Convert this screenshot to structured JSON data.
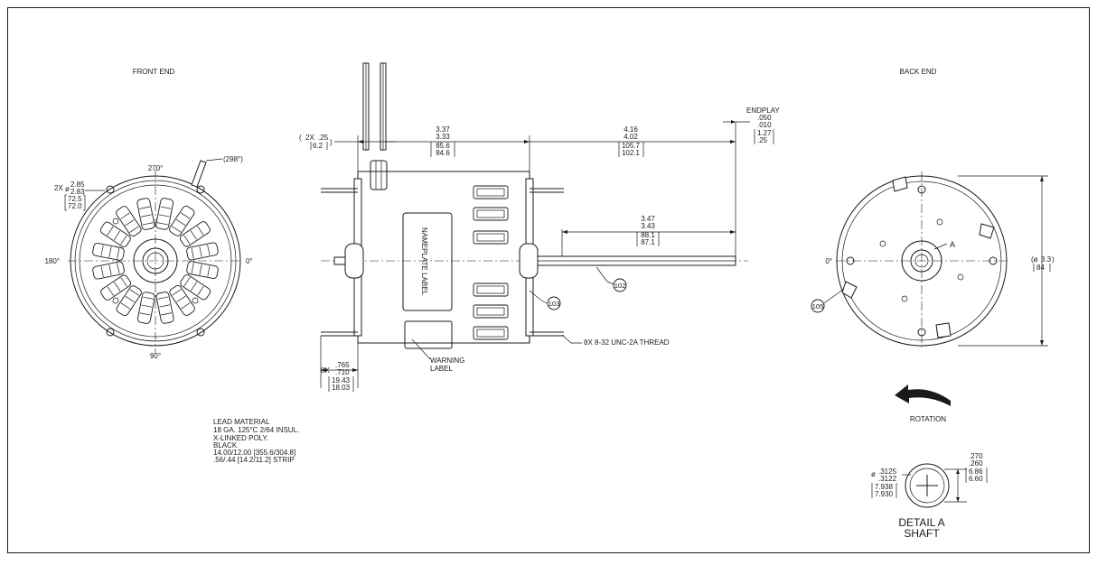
{
  "views": {
    "front_end": "FRONT END",
    "back_end": "BACK END"
  },
  "front": {
    "angle_top": "270°",
    "angle_left": "180°",
    "angle_right": "0°",
    "angle_bottom": "90°",
    "lead_angle": "(298°)",
    "hole_prefix": "2X",
    "hole_dia_1": "2.85",
    "hole_dia_2": "2.83",
    "hole_mm_1": "72.5",
    "hole_mm_2": "72.0"
  },
  "side": {
    "lead_label_1": "2X",
    "lead_label_2": ".25",
    "lead_label_mm": "6.2",
    "body_dim_1": "3.37",
    "body_dim_2": "3.33",
    "body_dim_mm_1": "85.6",
    "body_dim_mm_2": "84.6",
    "overall_dim_1": "4.16",
    "overall_dim_2": "4.02",
    "overall_dim_mm_1": "105.7",
    "overall_dim_mm_2": "102.1",
    "endplay_title": "ENDPLAY",
    "endplay_1": ".050",
    "endplay_2": ".010",
    "endplay_mm_1": "1.27",
    "endplay_mm_2": ".25",
    "shaft_dim_1": "3.47",
    "shaft_dim_2": "3.43",
    "shaft_dim_mm_1": "88.1",
    "shaft_dim_mm_2": "87.1",
    "nameplate": "NAMEPLATE LABEL",
    "warning_1": "WARNING",
    "warning_2": "LABEL",
    "thread": "8X 8-32 UNC-2A THREAD",
    "stud_prefix": "8X",
    "stud_1": ".765",
    "stud_2": ".710",
    "stud_mm_1": "19.43",
    "stud_mm_2": "18.03",
    "balloon_102": "102",
    "balloon_103": "103"
  },
  "back": {
    "angle_left": "0°",
    "detail_ref": "A",
    "dia_1": "3.3",
    "dia_mm": "84",
    "balloon_105": "105",
    "rotation": "ROTATION"
  },
  "lead_material": {
    "title": "LEAD MATERIAL",
    "lines": [
      "18 GA. 125°C 2/64 INSUL.",
      "X-LINKED POLY.",
      "BLACK",
      "14.00/12.00 [355.6/304.8]",
      ".56/.44 [14.2/11.2] STRIP"
    ]
  },
  "detail_a": {
    "dia_1": ".3125",
    "dia_2": ".3122",
    "dia_mm_1": "7.938",
    "dia_mm_2": "7.930",
    "flat_1": ".270",
    "flat_2": ".260",
    "flat_mm_1": "6.86",
    "flat_mm_2": "6.60",
    "title_1": "DETAIL A",
    "title_2": "SHAFT"
  }
}
